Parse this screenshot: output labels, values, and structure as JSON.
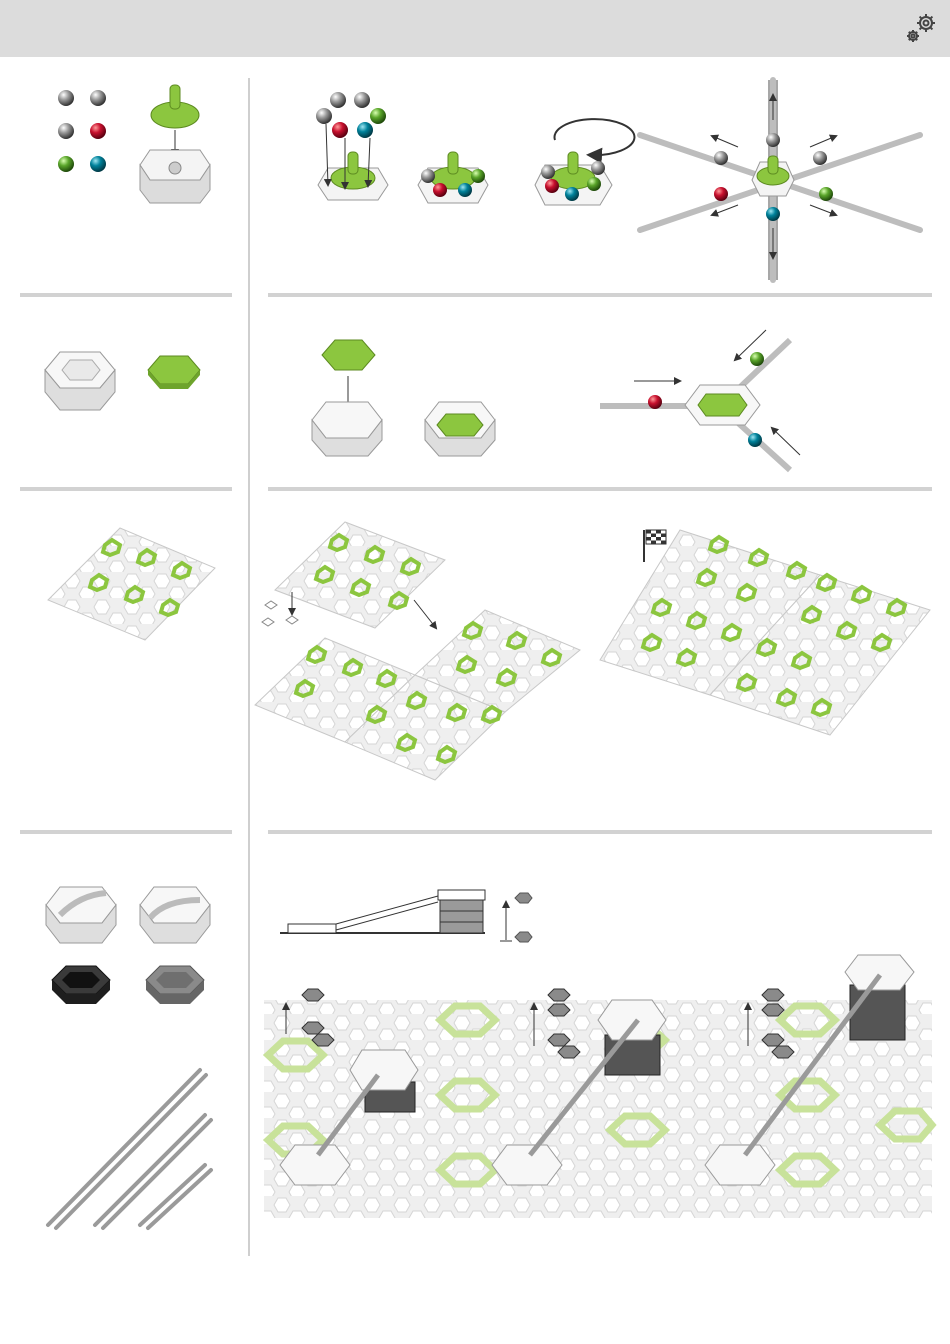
{
  "header": {
    "title": "",
    "settings_icon": "gears-icon",
    "background": "#dcdcdc"
  },
  "colors": {
    "green": "#8cc63f",
    "red": "#c8102e",
    "blue": "#00829b",
    "silver": "#8a8a8a",
    "separator": "#d2d2d2"
  },
  "sections": [
    {
      "id": "marbles-and-spinner",
      "left_panel": "marbles-and-spinner-piece",
      "right_panel": "loading-and-spinning-spinner"
    },
    {
      "id": "landing-tile",
      "left_panel": "hex-tile-and-green-plate",
      "right_panel": "green-plate-insert-and-landing"
    },
    {
      "id": "baseboards",
      "left_panel": "single-baseboard",
      "right_panel": "connecting-baseboards-finish"
    },
    {
      "id": "height-and-rails",
      "left_panel": "curve-tiles-height-tiles-rails",
      "right_panel": "rail-heights-on-board"
    }
  ],
  "finish_flag_icon": "checkered-flag-icon"
}
